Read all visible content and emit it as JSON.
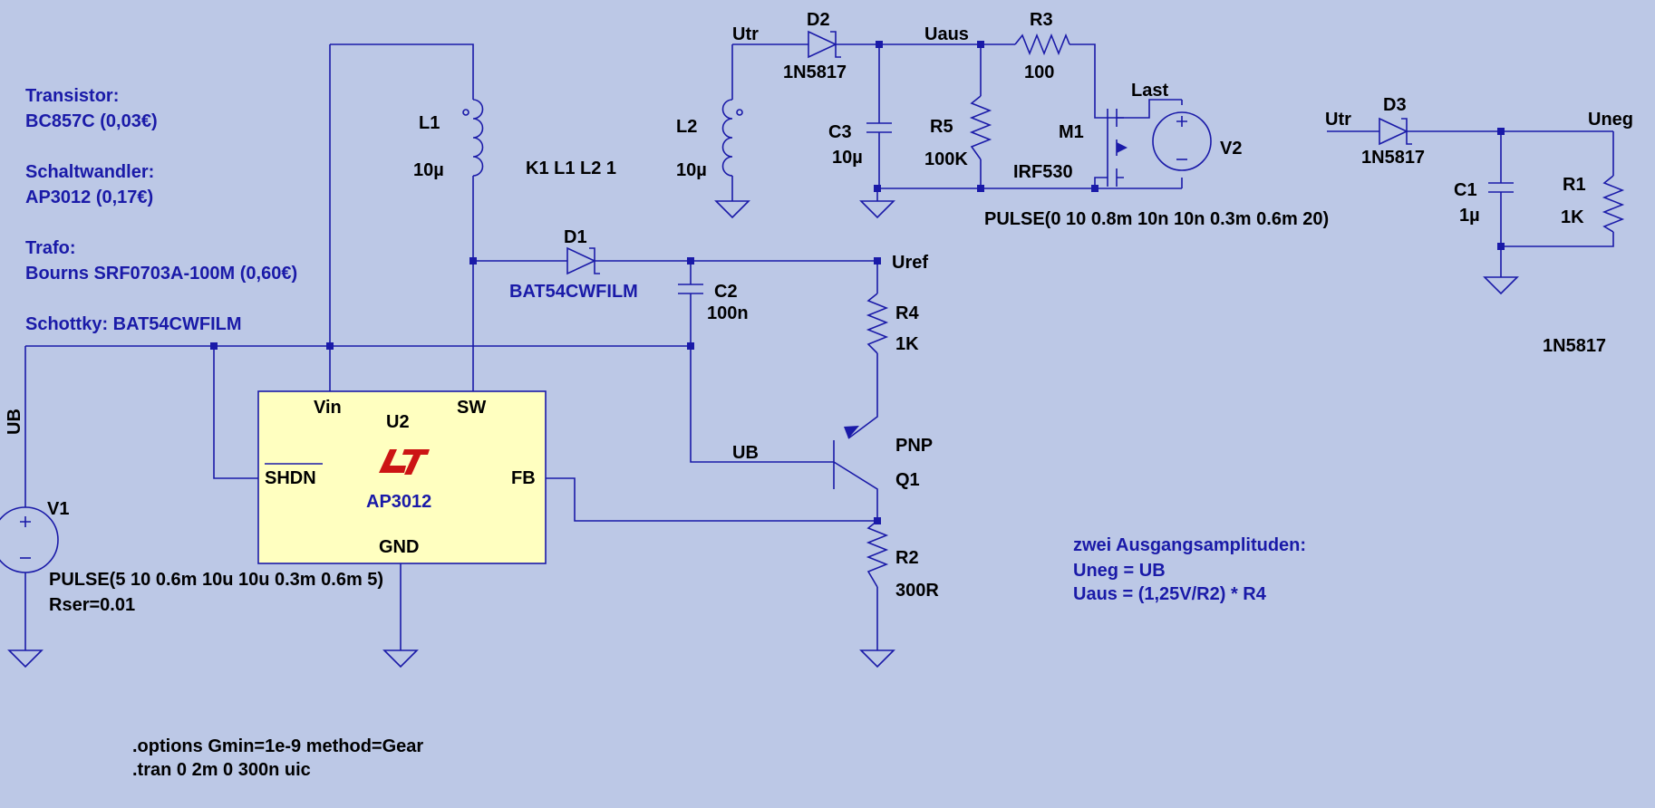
{
  "notes": {
    "transistor_title": "Transistor:",
    "transistor_value": "BC857C (0,03€)",
    "converter_title": "Schaltwandler:",
    "converter_value": "AP3012 (0,17€)",
    "trafo_title": "Trafo:",
    "trafo_value": "Bourns SRF0703A-100M (0,60€)",
    "schottky": "Schottky: BAT54CWFILM",
    "amplitudes_title": "zwei Ausgangsamplituden:",
    "uneg_eq": "Uneg = UB",
    "uaus_eq": "Uaus = (1,25V/R2) * R4",
    "options": ".options Gmin=1e-9 method=Gear",
    "tran": ".tran 0 2m 0 300n uic",
    "coupling": "K1 L1 L2 1"
  },
  "components": {
    "L1": {
      "name": "L1",
      "value": "10µ"
    },
    "L2": {
      "name": "L2",
      "value": "10µ"
    },
    "D1": {
      "name": "D1",
      "value": "BAT54CWFILM"
    },
    "D2": {
      "name": "D2",
      "value": "1N5817"
    },
    "D3": {
      "name": "D3",
      "value": "1N5817"
    },
    "C1": {
      "name": "C1",
      "value": "1µ"
    },
    "C2": {
      "name": "C2",
      "value": "100n"
    },
    "C3": {
      "name": "C3",
      "value": "10µ"
    },
    "R1": {
      "name": "R1",
      "value": "1K"
    },
    "R2": {
      "name": "R2",
      "value": "300R"
    },
    "R3": {
      "name": "R3",
      "value": "100"
    },
    "R4": {
      "name": "R4",
      "value": "1K"
    },
    "R5": {
      "name": "R5",
      "value": "100K"
    },
    "M1": {
      "name": "M1",
      "value": "IRF530"
    },
    "Q1": {
      "name": "Q1",
      "type": "PNP"
    },
    "V1": {
      "name": "V1",
      "value": "PULSE(5 10 0.6m 10u 10u 0.3m 0.6m 5)",
      "rser": "Rser=0.01"
    },
    "V2": {
      "name": "V2",
      "value": "PULSE(0 10 0.8m 10n 10n 0.3m 0.6m 20)"
    },
    "U2": {
      "name": "U2",
      "part": "AP3012",
      "pin_vin": "Vin",
      "pin_sw": "SW",
      "pin_shdn": "SHDN",
      "pin_fb": "FB",
      "pin_gnd": "GND"
    }
  },
  "nets": {
    "utr_top": "Utr",
    "uaus": "Uaus",
    "last": "Last",
    "utr_right": "Utr",
    "uneg": "Uneg",
    "uref": "Uref",
    "ub_left": "UB",
    "ub_mid": "UB"
  },
  "stray_label": "1N5817",
  "colors": {
    "background": "#bcc8e6",
    "wire": "#1a1aa8",
    "ic_fill": "#ffffc0",
    "logo": "#cc1414"
  }
}
